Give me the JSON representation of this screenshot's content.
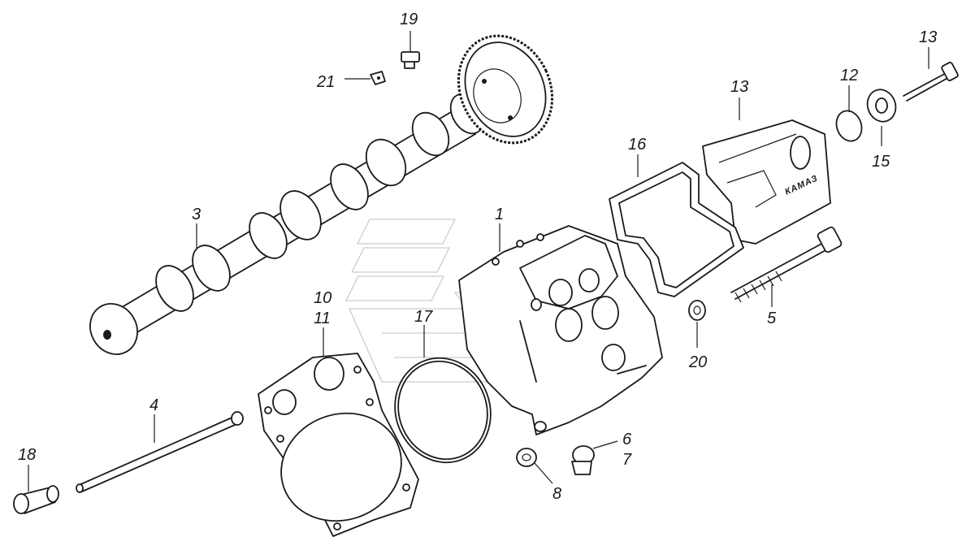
{
  "diagram": {
    "brand_text": "КАМАЗ",
    "labels": [
      {
        "id": "l19",
        "text": "19"
      },
      {
        "id": "l21",
        "text": "21"
      },
      {
        "id": "l3",
        "text": "3"
      },
      {
        "id": "l13a",
        "text": "13"
      },
      {
        "id": "l13b",
        "text": "13"
      },
      {
        "id": "l12",
        "text": "12"
      },
      {
        "id": "l15",
        "text": "15"
      },
      {
        "id": "l16",
        "text": "16"
      },
      {
        "id": "l1",
        "text": "1"
      },
      {
        "id": "l5",
        "text": "5"
      },
      {
        "id": "l20",
        "text": "20"
      },
      {
        "id": "l10",
        "text": "10"
      },
      {
        "id": "l11",
        "text": "11"
      },
      {
        "id": "l17",
        "text": "17"
      },
      {
        "id": "l4",
        "text": "4"
      },
      {
        "id": "l18",
        "text": "18"
      },
      {
        "id": "l6",
        "text": "6"
      },
      {
        "id": "l7",
        "text": "7"
      },
      {
        "id": "l8",
        "text": "8"
      }
    ]
  }
}
